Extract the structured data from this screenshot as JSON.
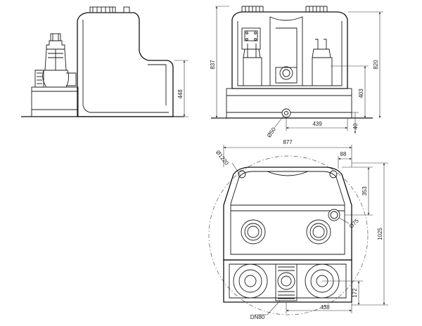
{
  "dimensions": {
    "side_view": {
      "height_448": "448"
    },
    "front_view": {
      "height_837": "837",
      "height_820": "820",
      "inlet_403": "403",
      "base_40": "40",
      "outlet_439": "439",
      "diameter_50": "Ø50"
    },
    "top_view": {
      "width_877": "877",
      "offset_88": "88",
      "diameter_1220": "Ø1220",
      "depth_353": "353",
      "diameter_75": "Ø75",
      "depth_1025": "1025",
      "offset_172": "172",
      "width_438": "438",
      "dn80": "DN80"
    }
  },
  "colors": {
    "line": "#1a1a1a",
    "background": "#ffffff"
  }
}
